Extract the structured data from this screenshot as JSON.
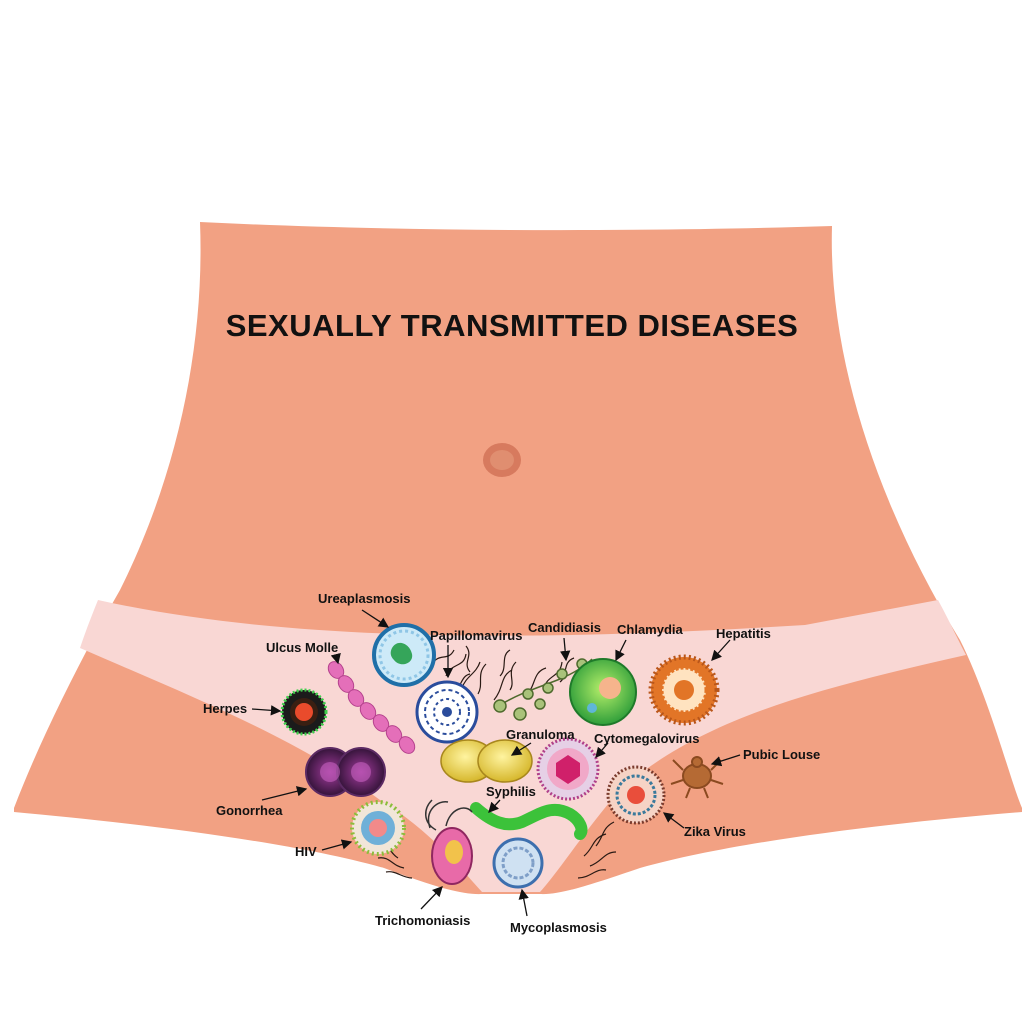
{
  "title": "SEXUALLY TRANSMITTED DISEASES",
  "colors": {
    "skin": "#f2a183",
    "underwear": "#f9d7d4",
    "navel": "#d77a5e",
    "arrow": "#111111"
  },
  "labels": {
    "ureaplasmosis": "Ureaplasmosis",
    "ulcus_molle": "Ulcus Molle",
    "papillomavirus": "Papillomavirus",
    "candidiasis": "Candidiasis",
    "chlamydia": "Chlamydia",
    "hepatitis": "Hepatitis",
    "herpes": "Herpes",
    "granuloma": "Granuloma",
    "cytomegalovirus": "Cytomegalovirus",
    "pubic_louse": "Pubic Louse",
    "gonorrhea": "Gonorrhea",
    "syphilis": "Syphilis",
    "zika_virus": "Zika Virus",
    "hiv": "HIV",
    "trichomoniasis": "Trichomoniasis",
    "mycoplasmosis": "Mycoplasmosis"
  }
}
